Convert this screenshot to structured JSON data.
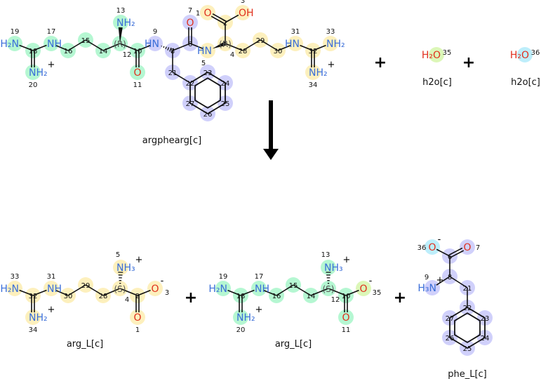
{
  "reaction": {
    "colors": {
      "green": "#b5f7d2",
      "blue": "#d0d0fb",
      "yellow": "#fdf0bd",
      "lime": "#dcf7b8",
      "cyan": "#bdeefb",
      "nitrogen": "#3a6ed8",
      "oxygen": "#e0301e",
      "bond": "#111111"
    },
    "plus_sign": "+",
    "molecules": [
      {
        "key": "argphearg",
        "name": "argphearg[c]",
        "side": "reactant",
        "atoms": [
          {
            "i": 19,
            "label": "H₂N",
            "el": "N",
            "g": "green"
          },
          {
            "i": 18,
            "g": "green"
          },
          {
            "i": 20,
            "label": "NH₂",
            "el": "N",
            "charge": "+",
            "g": "green"
          },
          {
            "i": 17,
            "label": "NH",
            "el": "N",
            "g": "green"
          },
          {
            "i": 16,
            "g": "green"
          },
          {
            "i": 15,
            "g": "green"
          },
          {
            "i": 14,
            "g": "green"
          },
          {
            "i": 12,
            "label": "(R)",
            "g": "green"
          },
          {
            "i": 13,
            "label": "NH₂",
            "el": "N",
            "g": "green"
          },
          {
            "i": 10,
            "g": "green"
          },
          {
            "i": 11,
            "label": "O",
            "el": "O",
            "g": "green"
          },
          {
            "i": 9,
            "label": "HN",
            "el": "N",
            "g": "blue"
          },
          {
            "i": 8,
            "g": "blue"
          },
          {
            "i": 6,
            "g": "blue"
          },
          {
            "i": 7,
            "label": "O",
            "el": "O",
            "g": "blue"
          },
          {
            "i": 21,
            "g": "blue"
          },
          {
            "i": 22,
            "g": "blue"
          },
          {
            "i": 23,
            "g": "blue"
          },
          {
            "i": 24,
            "g": "blue"
          },
          {
            "i": 25,
            "g": "blue"
          },
          {
            "i": 26,
            "g": "blue"
          },
          {
            "i": 27,
            "g": "blue"
          },
          {
            "i": 5,
            "label": "HN",
            "el": "N",
            "g": "yellow"
          },
          {
            "i": 4,
            "label": "(R)",
            "g": "yellow"
          },
          {
            "i": 2,
            "g": "yellow"
          },
          {
            "i": 1,
            "label": "O",
            "el": "O",
            "g": "yellow"
          },
          {
            "i": 3,
            "label": "OH",
            "el": "O",
            "g": "yellow"
          },
          {
            "i": 28,
            "g": "yellow"
          },
          {
            "i": 29,
            "g": "yellow"
          },
          {
            "i": 30,
            "g": "yellow"
          },
          {
            "i": 31,
            "label": "HN",
            "el": "N",
            "g": "yellow"
          },
          {
            "i": 32,
            "g": "yellow"
          },
          {
            "i": 33,
            "label": "NH₂",
            "el": "N",
            "g": "yellow"
          },
          {
            "i": 34,
            "label": "NH₂",
            "el": "N",
            "charge": "+",
            "g": "yellow"
          }
        ],
        "bonds": [
          [
            19,
            18,
            1
          ],
          [
            18,
            20,
            2
          ],
          [
            18,
            17,
            1
          ],
          [
            17,
            16,
            1
          ],
          [
            16,
            15,
            1
          ],
          [
            15,
            14,
            1
          ],
          [
            14,
            12,
            1
          ],
          [
            12,
            13,
            "w"
          ],
          [
            12,
            10,
            1
          ],
          [
            10,
            11,
            2
          ],
          [
            10,
            9,
            1
          ],
          [
            9,
            8,
            "h"
          ],
          [
            8,
            6,
            1
          ],
          [
            6,
            7,
            2
          ],
          [
            6,
            5,
            1
          ],
          [
            8,
            21,
            1
          ],
          [
            21,
            22,
            1
          ],
          [
            5,
            4,
            "w"
          ],
          [
            4,
            2,
            1
          ],
          [
            2,
            1,
            2
          ],
          [
            2,
            3,
            1
          ],
          [
            4,
            28,
            1
          ],
          [
            28,
            29,
            1
          ],
          [
            29,
            30,
            1
          ],
          [
            30,
            31,
            1
          ],
          [
            31,
            32,
            1
          ],
          [
            32,
            33,
            1
          ],
          [
            32,
            34,
            2
          ]
        ],
        "ring": [
          22,
          23,
          24,
          25,
          26,
          27
        ]
      },
      {
        "key": "h2o_a",
        "name": "h2o[c]",
        "side": "reactant",
        "atoms": [
          {
            "i": 35,
            "label": "H₂O",
            "el": "O",
            "g": "lime"
          }
        ],
        "bonds": []
      },
      {
        "key": "h2o_b",
        "name": "h2o[c]",
        "side": "reactant",
        "atoms": [
          {
            "i": 36,
            "label": "H₂O",
            "el": "O",
            "g": "cyan"
          }
        ],
        "bonds": []
      },
      {
        "key": "argL1",
        "name": "arg_L[c]",
        "side": "product",
        "atoms": [
          {
            "i": 33,
            "label": "H₂N",
            "el": "N",
            "g": "yellow"
          },
          {
            "i": 32,
            "g": "yellow"
          },
          {
            "i": 34,
            "label": "NH₂",
            "el": "N",
            "charge": "+",
            "g": "yellow"
          },
          {
            "i": 31,
            "label": "NH",
            "el": "N",
            "g": "yellow"
          },
          {
            "i": 30,
            "g": "yellow"
          },
          {
            "i": 29,
            "g": "yellow"
          },
          {
            "i": 28,
            "g": "yellow"
          },
          {
            "i": 4,
            "label": "(S)",
            "g": "yellow"
          },
          {
            "i": 5,
            "label": "NH₃",
            "el": "N",
            "charge": "+",
            "g": "yellow"
          },
          {
            "i": 2,
            "g": "yellow"
          },
          {
            "i": 1,
            "label": "O",
            "el": "O",
            "g": "yellow"
          },
          {
            "i": 3,
            "label": "O",
            "el": "O",
            "charge": "-",
            "g": "yellow"
          }
        ],
        "bonds": [
          [
            33,
            32,
            1
          ],
          [
            32,
            34,
            2
          ],
          [
            32,
            31,
            1
          ],
          [
            31,
            30,
            1
          ],
          [
            30,
            29,
            1
          ],
          [
            29,
            28,
            1
          ],
          [
            28,
            4,
            1
          ],
          [
            4,
            5,
            "h"
          ],
          [
            4,
            2,
            1
          ],
          [
            2,
            1,
            2
          ],
          [
            2,
            3,
            1
          ]
        ]
      },
      {
        "key": "argL2",
        "name": "arg_L[c]",
        "side": "product",
        "atoms": [
          {
            "i": 19,
            "label": "H₂N",
            "el": "N",
            "g": "green"
          },
          {
            "i": 18,
            "g": "green"
          },
          {
            "i": 20,
            "label": "NH₂",
            "el": "N",
            "charge": "+",
            "g": "green"
          },
          {
            "i": 17,
            "label": "NH",
            "el": "N",
            "g": "green"
          },
          {
            "i": 16,
            "g": "green"
          },
          {
            "i": 15,
            "g": "green"
          },
          {
            "i": 14,
            "g": "green"
          },
          {
            "i": 12,
            "label": "(S)",
            "g": "green"
          },
          {
            "i": 13,
            "label": "NH₃",
            "el": "N",
            "charge": "+",
            "g": "green"
          },
          {
            "i": 10,
            "g": "green"
          },
          {
            "i": 11,
            "label": "O",
            "el": "O",
            "g": "green"
          },
          {
            "i": 35,
            "label": "O",
            "el": "O",
            "charge": "-",
            "g": "lime"
          }
        ],
        "bonds": [
          [
            19,
            18,
            1
          ],
          [
            18,
            20,
            2
          ],
          [
            18,
            17,
            1
          ],
          [
            17,
            16,
            1
          ],
          [
            16,
            15,
            1
          ],
          [
            15,
            14,
            1
          ],
          [
            14,
            12,
            1
          ],
          [
            12,
            13,
            "h"
          ],
          [
            12,
            10,
            1
          ],
          [
            10,
            11,
            2
          ],
          [
            10,
            35,
            1
          ]
        ]
      },
      {
        "key": "pheL",
        "name": "phe_L[c]",
        "side": "product",
        "atoms": [
          {
            "i": 36,
            "label": "O",
            "el": "O",
            "charge": "-",
            "g": "cyan"
          },
          {
            "i": 6,
            "g": "blue"
          },
          {
            "i": 7,
            "label": "O",
            "el": "O",
            "g": "blue"
          },
          {
            "i": 8,
            "g": "blue"
          },
          {
            "i": 9,
            "label": "H₃N",
            "el": "N",
            "charge": "+",
            "g": "blue"
          },
          {
            "i": 21,
            "g": "blue"
          },
          {
            "i": 22,
            "g": "blue"
          },
          {
            "i": 23,
            "g": "blue"
          },
          {
            "i": 24,
            "g": "blue"
          },
          {
            "i": 25,
            "g": "blue"
          },
          {
            "i": 26,
            "g": "blue"
          },
          {
            "i": 27,
            "g": "blue"
          }
        ],
        "bonds": [
          [
            36,
            6,
            1
          ],
          [
            6,
            7,
            2
          ],
          [
            6,
            8,
            1
          ],
          [
            8,
            9,
            1
          ],
          [
            8,
            21,
            1
          ],
          [
            21,
            22,
            1
          ]
        ],
        "ring": [
          22,
          23,
          24,
          25,
          26,
          27
        ]
      }
    ]
  }
}
